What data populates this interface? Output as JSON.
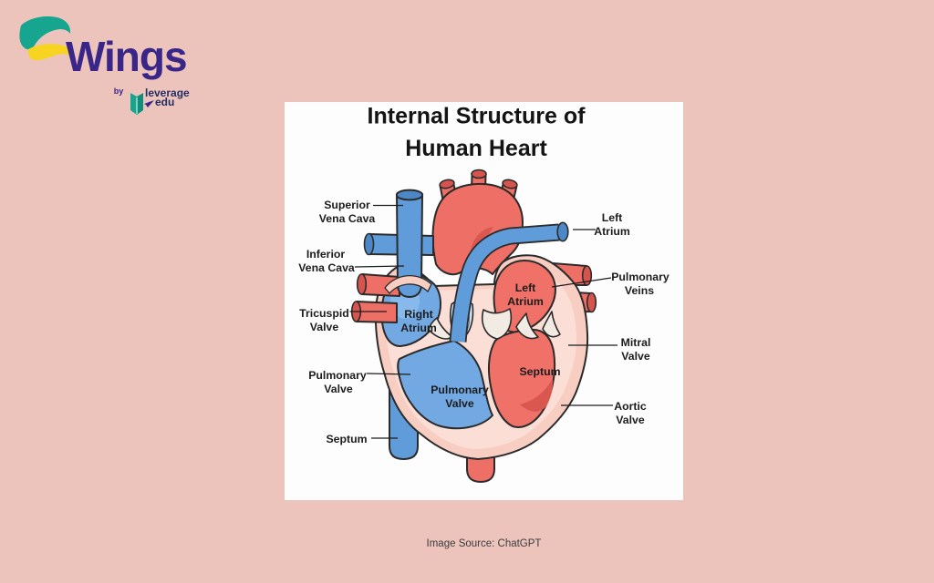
{
  "page": {
    "caption": "Image Source: ChatGPT",
    "colors": {
      "page_background": "#ecc4bc",
      "caption_color": "#3c3c3c"
    }
  },
  "logo": {
    "brand": "Wings",
    "by_text": "by",
    "sub_brand_line1": "leverage",
    "sub_brand_line2": "edu",
    "icons": [
      "wing-swoosh-icon",
      "open-book-icon",
      "rocket-icon"
    ],
    "colors": {
      "wordmark_purple": "#3a2689",
      "swoosh_teal": "#16a58e",
      "swoosh_yellow": "#f6d41f",
      "sub_brand_navy": "#232e63"
    }
  },
  "card": {
    "title_line1": "Internal Structure of",
    "title_line2": "Human Heart",
    "colors": {
      "card_background": "#fdfdfd",
      "title_color": "#141414"
    }
  },
  "diagram": {
    "outer_labels": [
      {
        "id": "superior-vena-cava",
        "line1": "Superior",
        "line2": "Vena Cava"
      },
      {
        "id": "inferior-vena-cava",
        "line1": "Inferior",
        "line2": "Vena Cava"
      },
      {
        "id": "tricuspid-valve",
        "line1": "Tricuspid",
        "line2": "Valve"
      },
      {
        "id": "pulmonary-valve",
        "line1": "Pulmonary",
        "line2": "Valve"
      },
      {
        "id": "septum",
        "line1": "Septum"
      },
      {
        "id": "left-atrium",
        "line1": "Left",
        "line2": "Atrium"
      },
      {
        "id": "pulmonary-veins",
        "line1": "Pulmonary",
        "line2": "Veins"
      },
      {
        "id": "mitral-valve",
        "line1": "Mitral",
        "line2": "Valve"
      },
      {
        "id": "aortic-valve",
        "line1": "Aortic",
        "line2": "Valve"
      }
    ],
    "inner_labels": [
      {
        "id": "right-atrium",
        "line1": "Right",
        "line2": "Atrium"
      },
      {
        "id": "left-atrium",
        "line1": "Left",
        "line2": "Atrium"
      },
      {
        "id": "pulmonary-valve",
        "line1": "Pulmonary",
        "line2": "Valve"
      },
      {
        "id": "septum",
        "line1": "Septum"
      }
    ],
    "colors": {
      "artery_red": "#ee6f65",
      "artery_dark": "#d6544e",
      "vein_blue": "#609cd9",
      "vein_dark": "#4d87c6",
      "chamber_blue": "#72a9e2",
      "chamber_blue_highlight": "#8cbcec",
      "chamber_red": "#ef7168",
      "chamber_red_dark": "#da574f",
      "wall_pink": "#f8cec3",
      "inner_pink": "#fbded6",
      "valve_white": "#f2ebe4",
      "valve_blue": "#cfe2f3",
      "outline_dark": "#2b2b2b",
      "label_color": "#1c1c1c"
    }
  }
}
